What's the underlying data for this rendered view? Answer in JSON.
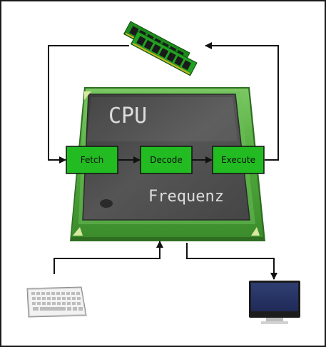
{
  "diagram": {
    "chip": {
      "title": "CPU",
      "subtitle": "Frequenz"
    },
    "stages": [
      {
        "id": "fetch",
        "label": "Fetch"
      },
      {
        "id": "decode",
        "label": "Decode"
      },
      {
        "id": "execute",
        "label": "Execute"
      }
    ],
    "icons": {
      "memory": "ram-icon",
      "input": "keyboard-icon",
      "output": "monitor-icon"
    },
    "colors": {
      "stage_fill": "#22bb22",
      "chip_green": "#4fa83a",
      "chip_dark": "#4a4a4a",
      "arrow": "#111111"
    }
  }
}
